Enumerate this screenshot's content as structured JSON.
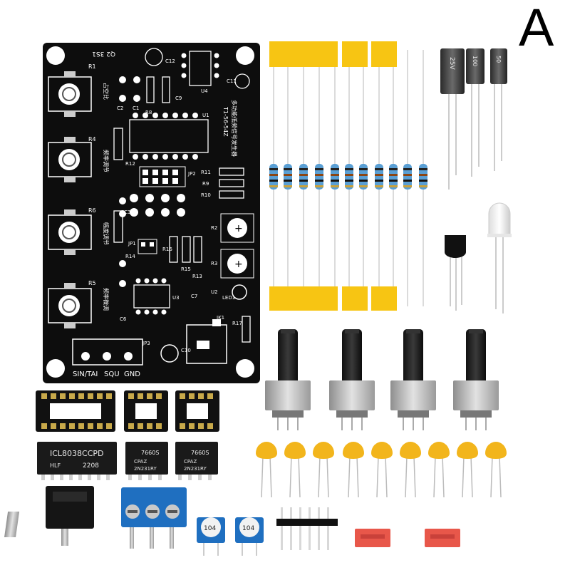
{
  "photo_letter": "A",
  "pcb": {
    "code": "Q2 3S1",
    "title_cn": "多功能低频信号发生器",
    "model": "T1-56-54Z",
    "trimmers": [
      {
        "ref": "R1",
        "cn": "占空比"
      },
      {
        "ref": "R4",
        "cn": "频率调节"
      },
      {
        "ref": "R6",
        "cn": "幅度调节"
      },
      {
        "ref": "R5",
        "cn": "频率微调"
      }
    ],
    "refs": {
      "c12": "C12",
      "c11": "C11",
      "c2": "C2",
      "c1": "C1",
      "r8": "R8",
      "u4": "U4",
      "c9": "C9",
      "u1": "U1",
      "jp2": "JP2",
      "r12": "R12",
      "r11": "R11",
      "r9": "R9",
      "r10": "R10",
      "c3": "C3",
      "r2": "R2",
      "r3": "R3",
      "jp1": "JP1",
      "r14": "R14",
      "r16": "R16",
      "r15": "R15",
      "r13": "R13",
      "u3": "U3",
      "c7": "C7",
      "u2": "U2",
      "led1": "LED1",
      "c6": "C6",
      "jk1": "JK1",
      "r17": "R17",
      "jp3": "JP3",
      "c10": "C10"
    },
    "output_labels": [
      "SIN/TAI",
      "SQU",
      "GND"
    ]
  },
  "electrolytic_caps": [
    {
      "value": "25V",
      "text": "25V"
    },
    {
      "value": "100uF",
      "text": "100"
    },
    {
      "value": "50V",
      "text": "50"
    }
  ],
  "ics": [
    {
      "brand": "HLF",
      "name": "ICL8038CCPD",
      "code": "2208"
    },
    {
      "name": "7660S",
      "code1": "CPAZ",
      "code2": "2N231RY"
    },
    {
      "name": "7660S",
      "code1": "CPAZ",
      "code2": "2N231RY"
    }
  ],
  "trimpot_codes": [
    "104",
    "104"
  ],
  "colors": {
    "pcb": "#0d0d0d",
    "silkscreen": "#ffffff",
    "resistor_body": "#5a9fd4",
    "tape": "#f7c513",
    "ceramic_cap": "#f2b51c",
    "terminal_block": "#1f6fc0",
    "jumper_cap": "#e8574a"
  }
}
